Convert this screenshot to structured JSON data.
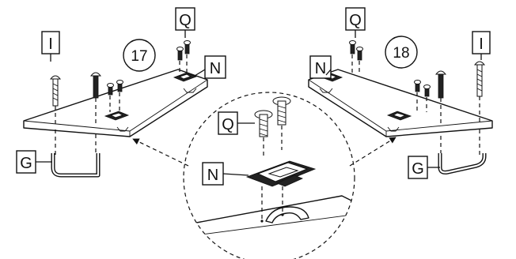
{
  "labels": {
    "bolt": "I",
    "screw": "Q",
    "bracket": "N",
    "handle": "G"
  },
  "steps": {
    "left": "17",
    "right": "18"
  }
}
